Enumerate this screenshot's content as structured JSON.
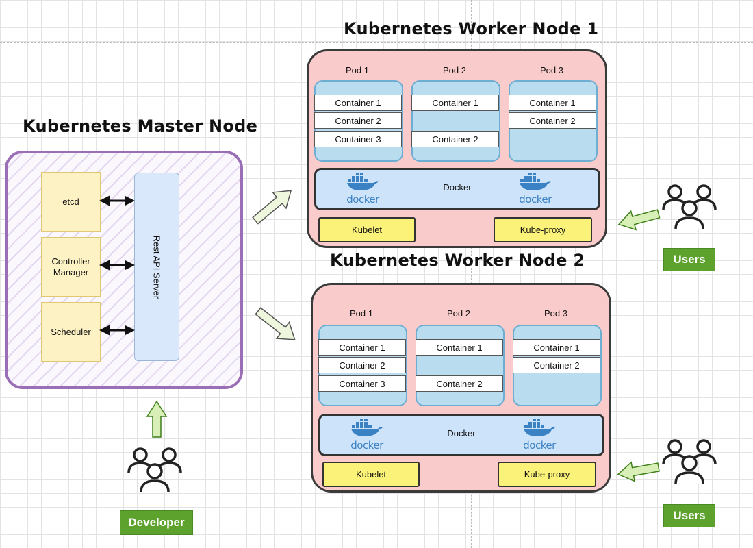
{
  "master": {
    "title": "Kubernetes Master Node",
    "components": [
      "etcd",
      "Controller\nManager",
      "Scheduler"
    ],
    "api_server": "Rest API Server"
  },
  "workers": [
    {
      "title": "Kubernetes Worker Node 1",
      "pods": [
        {
          "label": "Pod 1",
          "containers": [
            "Container 1",
            "Container 2",
            "Container 3"
          ]
        },
        {
          "label": "Pod 2",
          "containers": [
            "Container 1",
            "",
            "Container 2"
          ]
        },
        {
          "label": "Pod 3",
          "containers": [
            "Container 1",
            "Container 2"
          ]
        }
      ],
      "runtime": "Docker",
      "logo_text": "docker",
      "kubelet": "Kubelet",
      "kube_proxy": "Kube-proxy"
    },
    {
      "title": "Kubernetes Worker Node 2",
      "pods": [
        {
          "label": "Pod 1",
          "containers": [
            "Container 1",
            "Container 2",
            "Container 3"
          ]
        },
        {
          "label": "Pod 2",
          "containers": [
            "Container 1",
            "",
            "Container 2"
          ]
        },
        {
          "label": "Pod 3",
          "containers": [
            "Container 1",
            "Container 2"
          ]
        }
      ],
      "runtime": "Docker",
      "logo_text": "docker",
      "kubelet": "Kubelet",
      "kube_proxy": "Kube-proxy"
    }
  ],
  "developer_label": "Developer",
  "users_labels": [
    "Users",
    "Users"
  ],
  "colors": {
    "master_border": "#9b6fb5",
    "worker_fill": "#f9cbcb",
    "pod_fill": "#b9dcef",
    "component_fill": "#fdf2c4",
    "api_fill": "#d9e8fa",
    "agent_fill": "#fbf279",
    "label_green": "#5ea22e",
    "arrow_green": "#d8efb8",
    "docker_blue": "#3b82c4"
  },
  "icons": [
    "double-arrow-icon",
    "sketch-arrow-icon",
    "user-group-icon",
    "docker-whale-icon"
  ]
}
